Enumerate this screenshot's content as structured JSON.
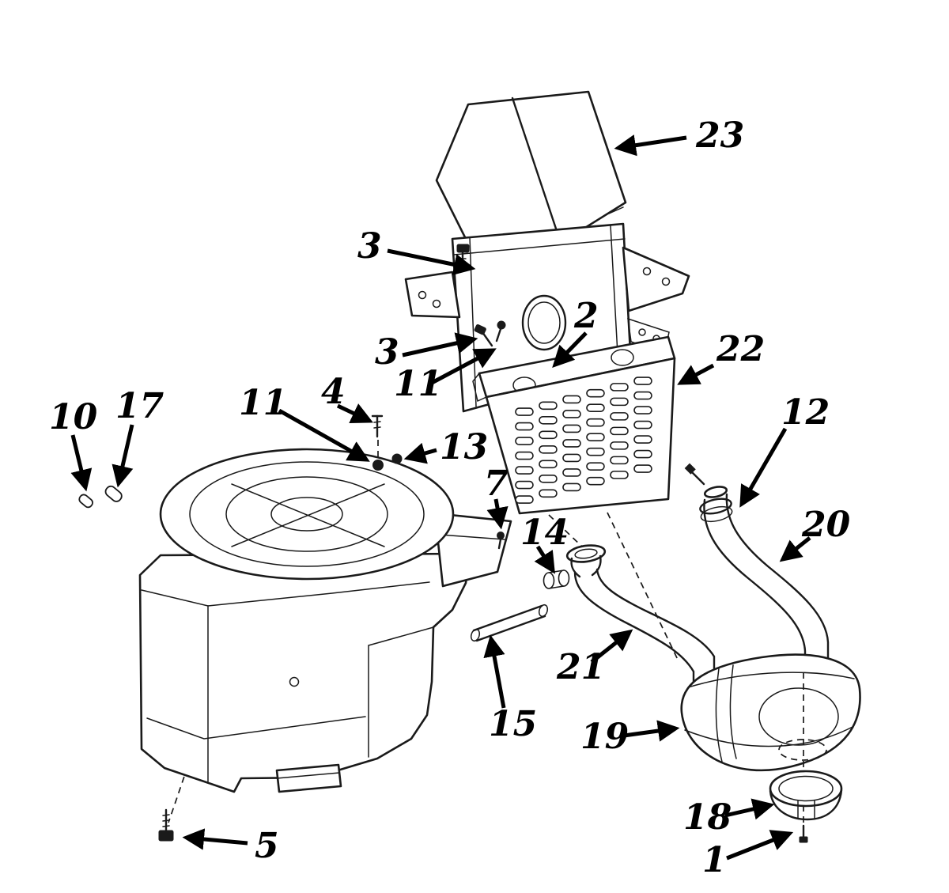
{
  "colors": {
    "ink": "#000000",
    "background": "#ffffff"
  },
  "diagram": {
    "kind": "exploded-parts-diagram",
    "callouts": [
      {
        "part": "23"
      },
      {
        "part": "3"
      },
      {
        "part": "3"
      },
      {
        "part": "11"
      },
      {
        "part": "2"
      },
      {
        "part": "22"
      },
      {
        "part": "10"
      },
      {
        "part": "17"
      },
      {
        "part": "11"
      },
      {
        "part": "4"
      },
      {
        "part": "13"
      },
      {
        "part": "7"
      },
      {
        "part": "14"
      },
      {
        "part": "12"
      },
      {
        "part": "20"
      },
      {
        "part": "21"
      },
      {
        "part": "15"
      },
      {
        "part": "19"
      },
      {
        "part": "18"
      },
      {
        "part": "5"
      },
      {
        "part": "1"
      }
    ]
  }
}
